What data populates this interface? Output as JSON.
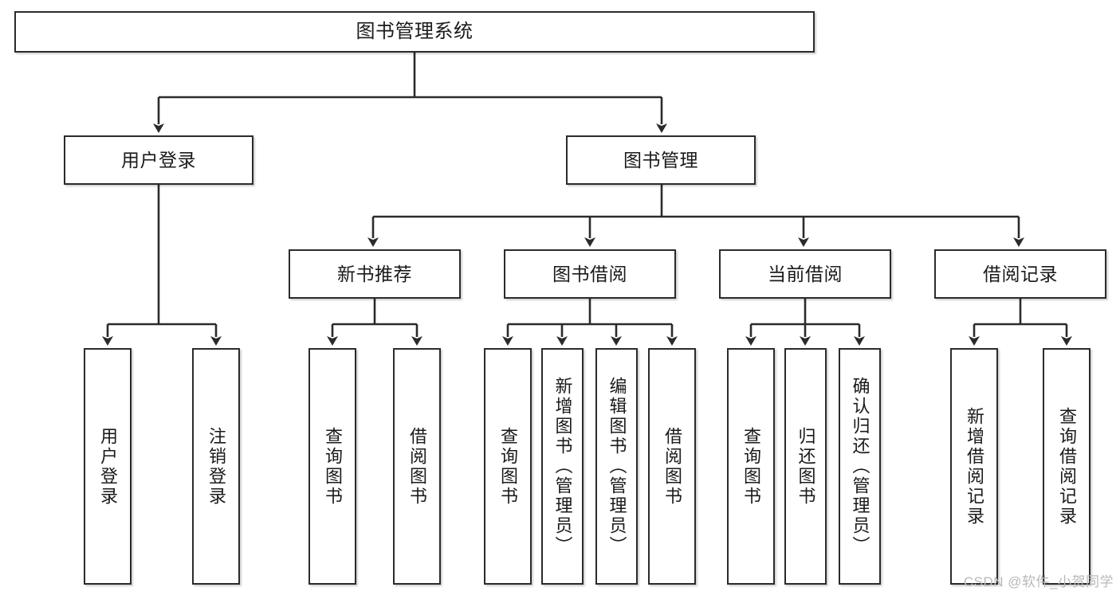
{
  "diagram": {
    "title": "图书管理系统",
    "type": "hierarchy-tree",
    "colors": {
      "box_border": "#2b2b2b",
      "box_fill": "#ffffff",
      "connector": "#2b2b2b",
      "watermark": "#b9b9b9",
      "background": "#ffffff"
    },
    "root": {
      "label": "图书管理系统"
    },
    "level2": [
      {
        "label": "用户登录"
      },
      {
        "label": "图书管理"
      }
    ],
    "level3": [
      {
        "label": "新书推荐"
      },
      {
        "label": "图书借阅"
      },
      {
        "label": "当前借阅"
      },
      {
        "label": "借阅记录"
      }
    ],
    "leaves": {
      "user_login": [
        {
          "label": "用户登录"
        },
        {
          "label": "注销登录"
        }
      ],
      "new_book": [
        {
          "label": "查询图书"
        },
        {
          "label": "借阅图书"
        }
      ],
      "book_borrow": [
        {
          "label": "查询图书"
        },
        {
          "label": "新增图书（管理员）"
        },
        {
          "label": "编辑图书（管理员）"
        },
        {
          "label": "借阅图书"
        }
      ],
      "current_borrow": [
        {
          "label": "查询图书"
        },
        {
          "label": "归还图书"
        },
        {
          "label": "确认归还（管理员）"
        }
      ],
      "borrow_record": [
        {
          "label": "新增借阅记录"
        },
        {
          "label": "查询借阅记录"
        }
      ]
    }
  },
  "watermark": {
    "text": "CSDN @软件_小贺同学"
  }
}
